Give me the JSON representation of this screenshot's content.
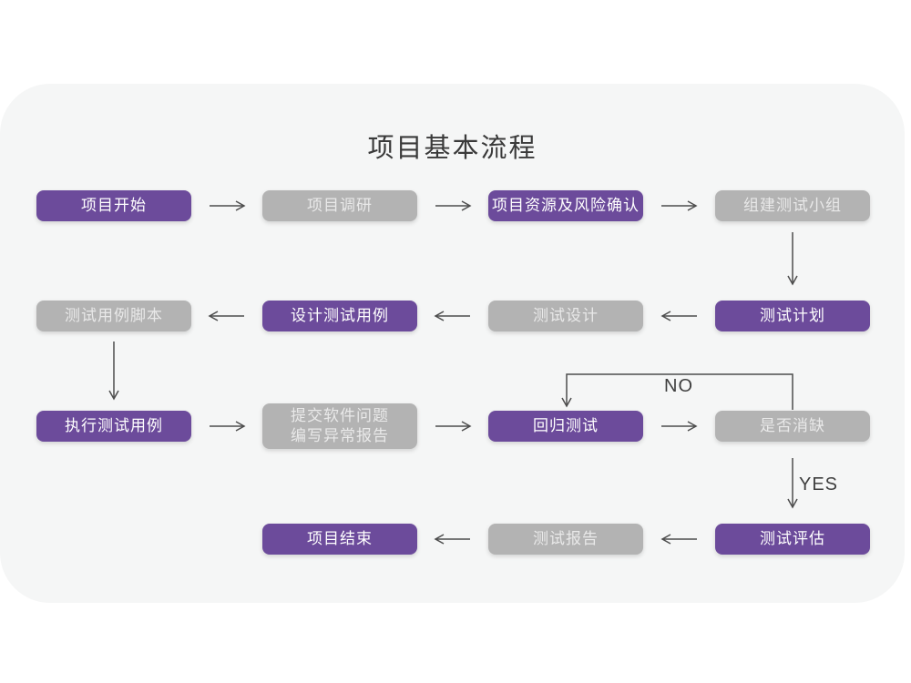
{
  "title": "项目基本流程",
  "colors": {
    "purple": "#6C4B9B",
    "gray": "#B3B3B3",
    "card_bg": "#F5F6F6",
    "arrow": "#4D4D4D",
    "title_text": "#3A3A3A",
    "edge_label_text": "#3F3F3F",
    "box_text_purple": "#FFFFFF",
    "box_text_gray": "#E9E9E9"
  },
  "diagram": {
    "nodes": [
      {
        "id": "project-start",
        "lines": [
          "项目开始"
        ],
        "variant": "purple",
        "row": 1,
        "col": 1
      },
      {
        "id": "project-research",
        "lines": [
          "项目调研"
        ],
        "variant": "gray",
        "row": 1,
        "col": 2
      },
      {
        "id": "risk-confirm",
        "lines": [
          "项目资源及风险确认"
        ],
        "variant": "purple",
        "row": 1,
        "col": 3
      },
      {
        "id": "build-team",
        "lines": [
          "组建测试小组"
        ],
        "variant": "gray",
        "row": 1,
        "col": 4
      },
      {
        "id": "case-scripts",
        "lines": [
          "测试用例脚本"
        ],
        "variant": "gray",
        "row": 2,
        "col": 1
      },
      {
        "id": "design-cases",
        "lines": [
          "设计测试用例"
        ],
        "variant": "purple",
        "row": 2,
        "col": 2
      },
      {
        "id": "test-design",
        "lines": [
          "测试设计"
        ],
        "variant": "gray",
        "row": 2,
        "col": 3
      },
      {
        "id": "test-plan",
        "lines": [
          "测试计划"
        ],
        "variant": "purple",
        "row": 2,
        "col": 4
      },
      {
        "id": "execute-cases",
        "lines": [
          "执行测试用例"
        ],
        "variant": "purple",
        "row": 3,
        "col": 1
      },
      {
        "id": "submit-issues",
        "lines": [
          "提交软件问题",
          "编写异常报告"
        ],
        "variant": "gray",
        "row": 3,
        "col": 2
      },
      {
        "id": "regression-test",
        "lines": [
          "回归测试"
        ],
        "variant": "purple",
        "row": 3,
        "col": 3
      },
      {
        "id": "defect-check",
        "lines": [
          "是否消缺"
        ],
        "variant": "gray",
        "row": 3,
        "col": 4
      },
      {
        "id": "project-end",
        "lines": [
          "项目结束"
        ],
        "variant": "purple",
        "row": 4,
        "col": 2
      },
      {
        "id": "test-report",
        "lines": [
          "测试报告"
        ],
        "variant": "gray",
        "row": 4,
        "col": 3
      },
      {
        "id": "test-evaluate",
        "lines": [
          "测试评估"
        ],
        "variant": "purple",
        "row": 4,
        "col": 4
      }
    ],
    "edges": [
      {
        "from": "project-start",
        "to": "project-research"
      },
      {
        "from": "project-research",
        "to": "risk-confirm"
      },
      {
        "from": "risk-confirm",
        "to": "build-team"
      },
      {
        "from": "build-team",
        "to": "test-plan"
      },
      {
        "from": "test-plan",
        "to": "test-design"
      },
      {
        "from": "test-design",
        "to": "design-cases"
      },
      {
        "from": "design-cases",
        "to": "case-scripts"
      },
      {
        "from": "case-scripts",
        "to": "execute-cases"
      },
      {
        "from": "execute-cases",
        "to": "submit-issues"
      },
      {
        "from": "submit-issues",
        "to": "regression-test"
      },
      {
        "from": "regression-test",
        "to": "defect-check"
      },
      {
        "from": "defect-check",
        "to": "regression-test",
        "label": "NO"
      },
      {
        "from": "defect-check",
        "to": "test-evaluate",
        "label": "YES"
      },
      {
        "from": "test-evaluate",
        "to": "test-report"
      },
      {
        "from": "test-report",
        "to": "project-end"
      }
    ],
    "edge_labels": {
      "no": "NO",
      "yes": "YES"
    }
  }
}
